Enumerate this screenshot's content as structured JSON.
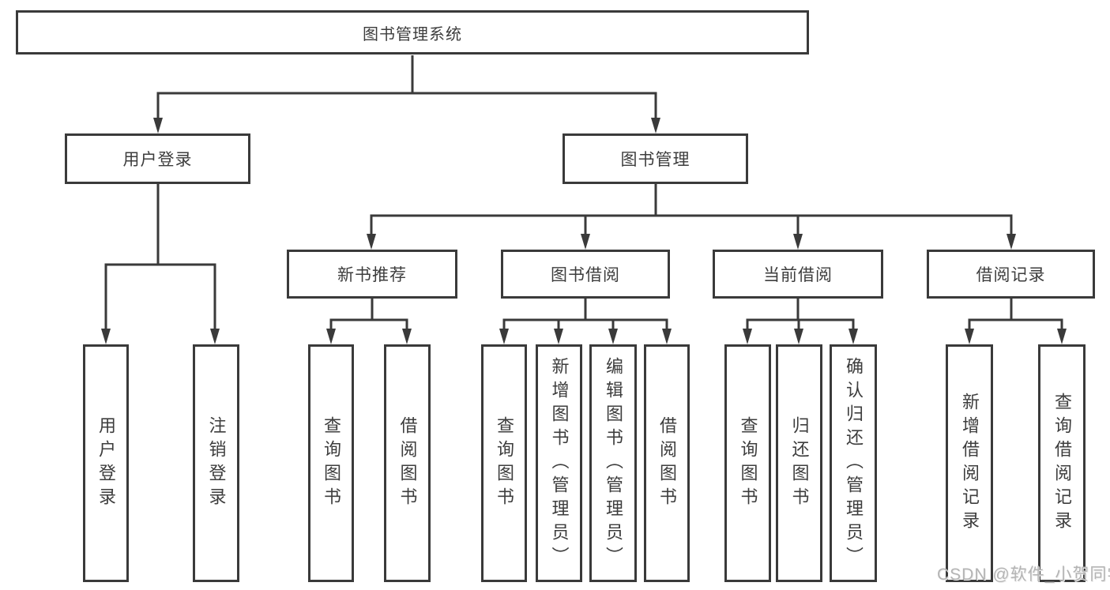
{
  "diagram": {
    "root": "图书管理系统",
    "branches": [
      {
        "label": "用户登录",
        "children": [
          "用户登录",
          "注销登录"
        ]
      },
      {
        "label": "图书管理",
        "children": [
          {
            "label": "新书推荐",
            "children": [
              "查询图书",
              "借阅图书"
            ]
          },
          {
            "label": "图书借阅",
            "children": [
              "查询图书",
              "新增图书（管理员）",
              "编辑图书（管理员）",
              "借阅图书"
            ]
          },
          {
            "label": "当前借阅",
            "children": [
              "查询图书",
              "归还图书",
              "确认归还（管理员）"
            ]
          },
          {
            "label": "借阅记录",
            "children": [
              "新增借阅记录",
              "查询借阅记录"
            ]
          }
        ]
      }
    ]
  },
  "watermark": "CSDN @软件_小贺同学",
  "colors": {
    "line": "#3a3a3a",
    "text": "#3d3d3d",
    "watermark": "#b4b4b4",
    "background": "#ffffff"
  }
}
